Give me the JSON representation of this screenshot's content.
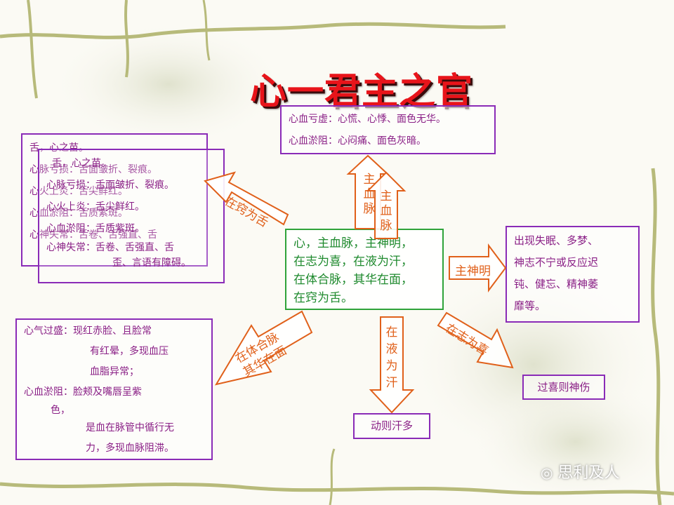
{
  "title": "心一君主之官",
  "center": {
    "lines": [
      "心，主血脉，主神明，",
      "在志为喜，在液为汗，",
      "在体合脉，其华在面，",
      "在窍为舌。"
    ]
  },
  "top_box": {
    "lines": [
      "心血亏虚：心慌、心悸、面色无华。",
      "心血淤阻：心闷痛、面色灰暗。"
    ]
  },
  "left_box_back": {
    "lines": [
      "舌，心之苗。",
      "心脉亏损：舌面皱折、裂痕。",
      "心火上炎：舌尖鲜红。",
      "心血淤阻：舌质紫斑。",
      "心神失常：舌卷、舌强直、舌"
    ]
  },
  "left_box_front": {
    "lines": [
      "舌，心之苗。",
      "心脉亏损：舌面皱折、裂痕。",
      "心火上炎：舌尖鲜红。",
      "心血淤阻：舌质紫斑。",
      "心神失常：舌卷、舌强直、舌",
      "歪、言语有障碍。"
    ]
  },
  "right_box": {
    "lines": [
      "出现失眠、多梦、",
      "神志不宁或反应迟",
      "钝、健忘、精神萎",
      "靡等。"
    ]
  },
  "bottom_left_box": {
    "lines": [
      "心气过盛：现红赤脸、且脸常",
      "有红晕，多现血压",
      "血脂异常；",
      "心血淤阻：脸颊及嘴唇呈紫",
      "色，",
      "是血在脉管中循行无",
      "力，多现血脉阻滞。"
    ]
  },
  "bottom_center_box": {
    "text": "动则汗多"
  },
  "bottom_right_box": {
    "text": "过喜则神伤"
  },
  "arrows": {
    "up_left": [
      "主",
      "血",
      "脉"
    ],
    "up_right": [
      "主",
      "血",
      "脉"
    ],
    "left": "在窍为舌",
    "right": "主神明",
    "down": [
      "在",
      "液",
      "为",
      "汗"
    ],
    "down_right": "在志为喜",
    "down_left": [
      "在体合脉",
      "其华在面"
    ]
  },
  "credit": "思利及人",
  "colors": {
    "title": "#e8141a",
    "box_border": "#8a2bb7",
    "box_text": "#8a1f86",
    "center_border": "#2fa33a",
    "center_text": "#1f8a2e",
    "arrow": "#e0601a"
  }
}
